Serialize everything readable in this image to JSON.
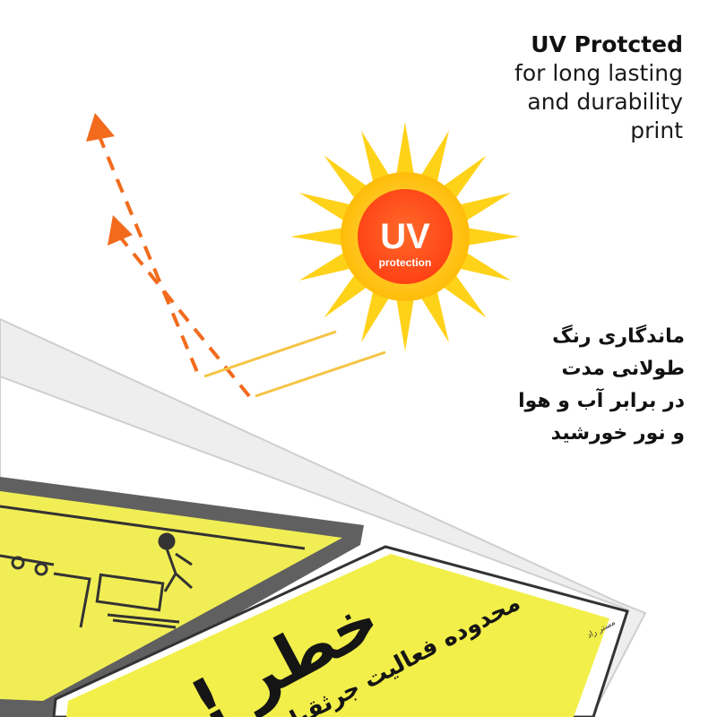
{
  "headline": {
    "title": "UV Protcted",
    "lines": [
      "for long lasting",
      "and durability",
      "print"
    ]
  },
  "badge": {
    "big": "UV",
    "small": "protection"
  },
  "persian_text": {
    "lines": [
      "ماندگاری رنگ",
      "طولانی مدت",
      "در برابر  آب و هوا",
      "و نور خورشید"
    ]
  },
  "sign": {
    "main_text": "خطر !",
    "sub_text": "محدوده فعالیت جرثقیل",
    "brand_mark": "مستر راد"
  },
  "colors": {
    "sun": "#ffd21a",
    "sun_core": "#ff4a1c",
    "arrow": "#f26b1d",
    "ray": "#f6c444",
    "sign_yellow": "#f2ef4a",
    "frame_gray": "#6b6b6b"
  }
}
